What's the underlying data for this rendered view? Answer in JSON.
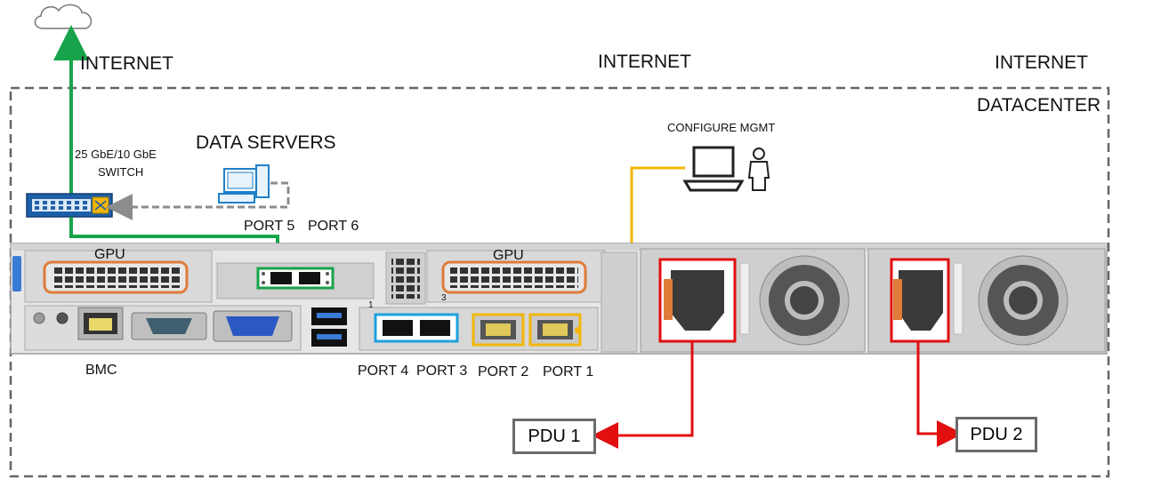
{
  "labels": {
    "internet_left": "INTERNET",
    "internet_center": "INTERNET",
    "internet_right": "INTERNET",
    "datacenter": "DATACENTER",
    "switch_line1": "25 GbE/10 GbE",
    "switch_line2": "SWITCH",
    "data_servers": "DATA SERVERS",
    "configure_mgmt": "CONFIGURE MGMT",
    "port5": "PORT 5",
    "port6": "PORT 6",
    "gpu_left": "GPU",
    "gpu_right": "GPU",
    "bmc": "BMC",
    "port4": "PORT 4",
    "port3": "PORT 3",
    "port2": "PORT 2",
    "port1": "PORT 1",
    "pdu1": "PDU 1",
    "pdu2": "PDU 2",
    "slot1": "1",
    "slot3": "3"
  },
  "colors": {
    "green_link": "#17a34a",
    "yellow_link": "#f2b705",
    "red_link": "#e10f0f",
    "gray_link": "#8c8c8c",
    "gpu_outline": "#e07b39",
    "sfp_outline": "#1ea0e0"
  }
}
